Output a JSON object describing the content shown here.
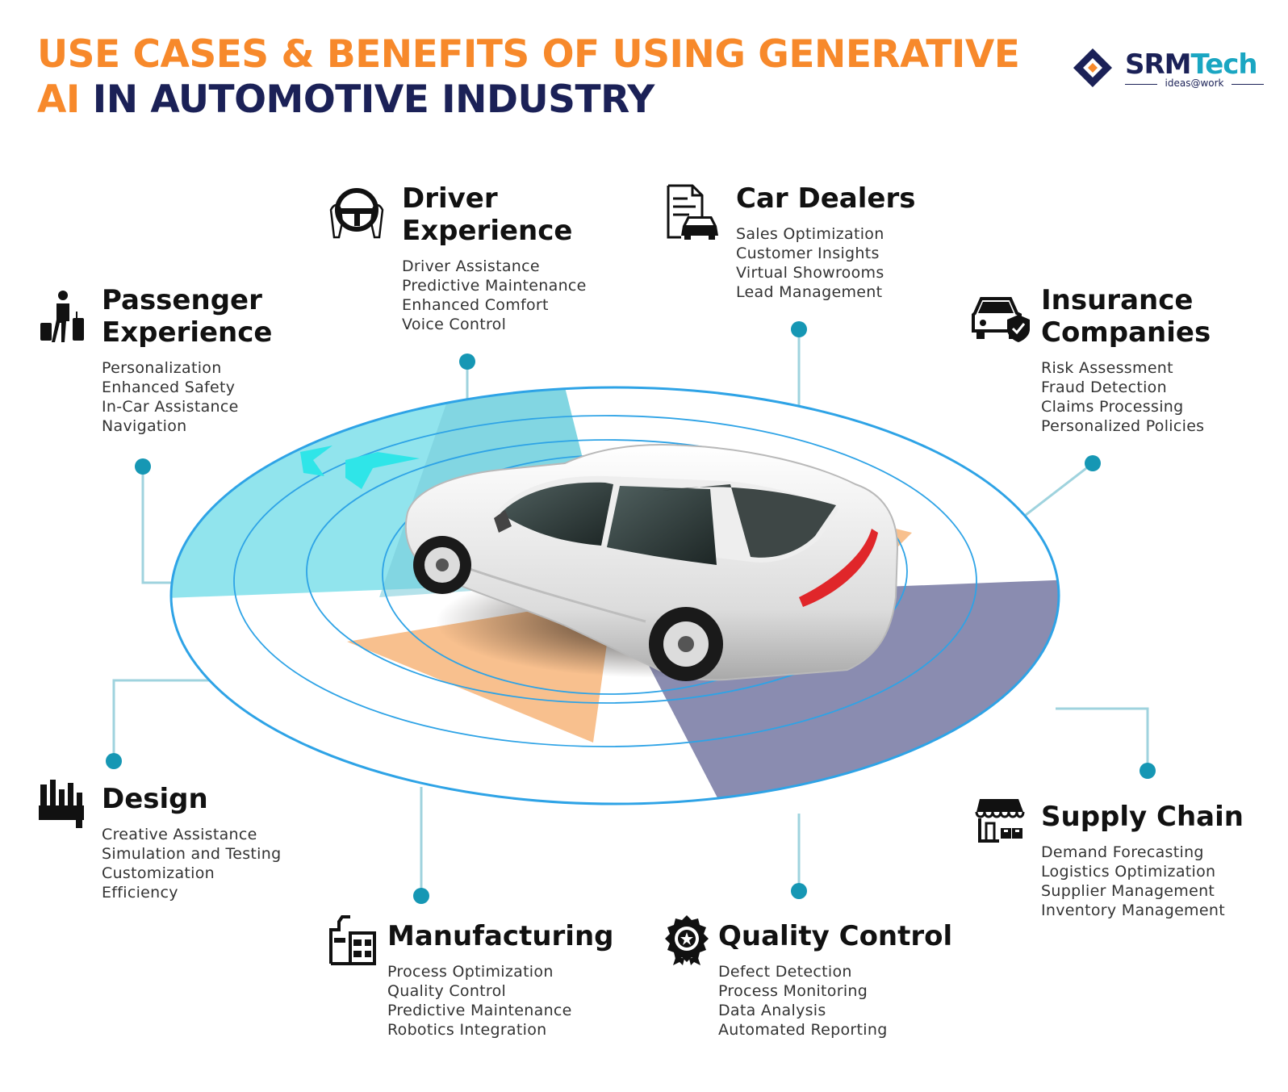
{
  "title": {
    "line1_orange": "USE CASES & BENEFITS OF USING GENERATIVE",
    "line2_orange": "AI",
    "line2_navy": "IN AUTOMOTIVE INDUSTRY"
  },
  "logo": {
    "name_part1": "SRM",
    "name_part2": "Tech",
    "tagline": "ideas@work"
  },
  "colors": {
    "orange": "#f7892b",
    "navy": "#1b2157",
    "teal": "#1aa6c2",
    "cyan": "#8be3ec",
    "peach": "#f8c08e",
    "slate": "#8a8cb0",
    "ring": "#2ea3e6",
    "dot": "#1697b4",
    "connector": "#9fd3de"
  },
  "sections": {
    "passenger": {
      "icon": "traveler-luggage-icon",
      "title_l1": "Passenger",
      "title_l2": "Experience",
      "items": [
        "Personalization",
        "Enhanced Safety",
        "In-Car Assistance",
        "Navigation"
      ]
    },
    "driver": {
      "icon": "steering-wheel-icon",
      "title_l1": "Driver",
      "title_l2": "Experience",
      "items": [
        "Driver Assistance",
        "Predictive Maintenance",
        "Enhanced Comfort",
        "Voice Control"
      ]
    },
    "dealers": {
      "icon": "car-document-icon",
      "title_l1": "Car Dealers",
      "items": [
        "Sales Optimization",
        "Customer Insights",
        "Virtual Showrooms",
        "Lead Management"
      ]
    },
    "insurance": {
      "icon": "car-shield-icon",
      "title_l1": "Insurance",
      "title_l2": "Companies",
      "items": [
        "Risk Assessment",
        "Fraud Detection",
        "Claims Processing",
        "Personalized Policies"
      ]
    },
    "design": {
      "icon": "design-tools-icon",
      "title_l1": "Design",
      "items": [
        "Creative Assistance",
        "Simulation and Testing",
        "Customization",
        "Efficiency"
      ]
    },
    "manufacturing": {
      "icon": "factory-icon",
      "title_l1": "Manufacturing",
      "items": [
        "Process Optimization",
        "Quality Control",
        "Predictive Maintenance",
        "Robotics Integration"
      ]
    },
    "quality": {
      "icon": "quality-badge-icon",
      "title_l1": "Quality Control",
      "items": [
        "Defect Detection",
        "Process Monitoring",
        "Data Analysis",
        "Automated Reporting"
      ]
    },
    "supply": {
      "icon": "storefront-boxes-icon",
      "title_l1": "Supply Chain",
      "items": [
        "Demand Forecasting",
        "Logistics Optimization",
        "Supplier Management",
        "Inventory Management"
      ]
    }
  }
}
